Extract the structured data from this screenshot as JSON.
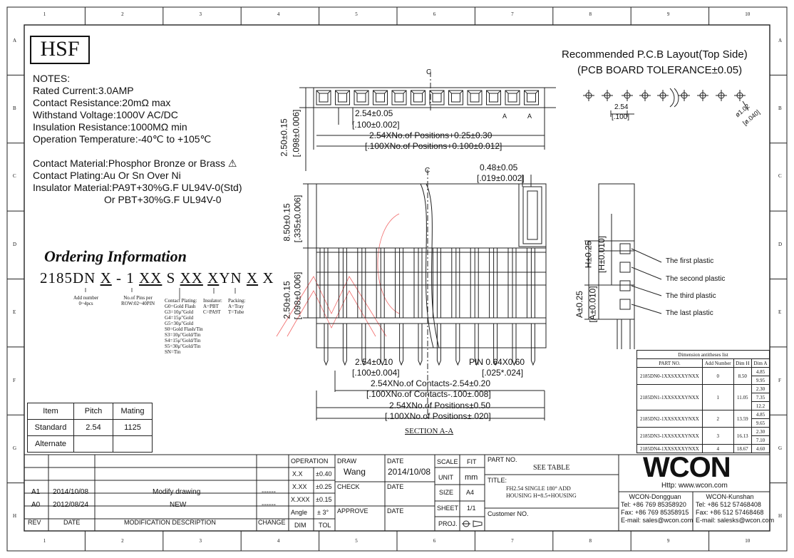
{
  "border": {
    "cols": [
      "1",
      "2",
      "3",
      "4",
      "5",
      "6",
      "7",
      "8",
      "9",
      "10"
    ],
    "rows": [
      "A",
      "B",
      "C",
      "D",
      "E",
      "F",
      "G",
      "H"
    ]
  },
  "logo": "HSF",
  "notes": {
    "heading": "NOTES:",
    "lines": [
      "Rated Current:3.0AMP",
      "Contact Resistance:20mΩ max",
      "Withstand Voltage:1000V AC/DC",
      "Insulation Resistance:1000MΩ min",
      "Operation Temperature:-40℃ to +105℃"
    ],
    "material_lines": [
      "Contact Material:Phosphor Bronze or Brass",
      "Contact Plating:Au Or Sn Over Ni",
      "Insulator Material:PA9T+30%G.F UL94V-0(Std)",
      "Or PBT+30%G.F UL94V-0"
    ],
    "warning_symbol": "⚠"
  },
  "ordering": {
    "title": "Ordering Information",
    "code_parts": [
      "2185DN",
      "X",
      "-",
      "1",
      "XX",
      "S",
      "XX",
      "X",
      "YN",
      "X",
      "X"
    ],
    "captions": {
      "add_number": [
        "Add number",
        "0~4pcs"
      ],
      "pins": [
        "No.of Pins per",
        "ROW:02~40PIN"
      ],
      "plating": [
        "Contact Plating:",
        "G0=Gold Flash",
        "G3=10μ\"Gold",
        "G4=15μ\"Gold",
        "G5=30μ\"Gold",
        "S0=Gold Flash/Tin",
        "S3=10μ\"Gold/Tin",
        "S4=15μ\"Gold/Tin",
        "S5=30μ\"Gold/Tin",
        "SN=Tin"
      ],
      "insulator": [
        "Insulator:",
        "A=PBT",
        "C=PA9T"
      ],
      "packing": [
        "Packing:",
        "A=Tray",
        "T=Tube"
      ]
    }
  },
  "spec_table": {
    "headers": [
      "Item",
      "Pitch",
      "Mating"
    ],
    "rows": [
      [
        "Standard",
        "2.54",
        "1125"
      ],
      [
        "Alternate",
        "",
        ""
      ]
    ]
  },
  "pcb": {
    "title": "Recommended P.C.B Layout(Top Side)",
    "subtitle": "(PCB BOARD TOLERANCE±0.05)",
    "pitch": "2.54",
    "pitch_in": "[.100]",
    "hole": "ø1.02",
    "hole_in": "[ø.040]"
  },
  "dims": {
    "top_height": "2.50±0.15",
    "top_height_in": "[.098±0.006]",
    "top_pitch": "2.54±0.05",
    "top_pitch_in": "[.100±0.002]",
    "top_len": "2.54XNo.of Positions+0.25±0.30",
    "top_len_in": "[.100XNo.of Positions+0.100±0.012]",
    "slot": "0.48±0.05",
    "slot_in": "[.019±0.002]",
    "body_h": "8.50±0.15",
    "body_h_in": "[.335±0.006]",
    "low_h": "2.50±0.15",
    "low_h_in": "[.098±0.006]",
    "pin_pitch": "2.54±0.10",
    "pin_pitch_in": "[.100±0.004]",
    "pin_size": "PIN 0.64X0.60",
    "pin_size_in": "[.025*.024]",
    "contacts": "2.54XNo.of Contacts-2.54±0.20",
    "contacts_in": "[.100XNo.of Contacts-.100±.008]",
    "positions": "2.54XNo.of Positions±0.50",
    "positions_in": "[.100XNo.of Positions±.020]",
    "section": "SECTION A-A",
    "center_mark": "C",
    "a_mark": "A",
    "h_label": "H±0.25",
    "h_label_in": "[H±0.010]",
    "a_label": "A±0.25",
    "a_label_in": "[A±0.010]"
  },
  "plastics": [
    "The first plastic",
    "The second plastic",
    "The third plastic",
    "The last plastic"
  ],
  "dim_list": {
    "title": "Dimension antitheses list",
    "headers": [
      "PART NO.",
      "Add Number",
      "Dim H",
      "Dim A"
    ],
    "rows": [
      {
        "part": "2185DN0-1XXSXXXYNXX",
        "add": "0",
        "h": "8.50",
        "a": [
          "4.85",
          "9.95"
        ]
      },
      {
        "part": "2185DN1-1XXSXXXYNXX",
        "add": "1",
        "h": "11.05",
        "a": [
          "2.30",
          "7.35",
          "12.2"
        ]
      },
      {
        "part": "2185DN2-1XXSXXXYNXX",
        "add": "2",
        "h": "13.59",
        "a": [
          "4.85",
          "9.65"
        ]
      },
      {
        "part": "2185DN3-1XXSXXXYNXX",
        "add": "3",
        "h": "16.13",
        "a": [
          "2.30",
          "7.10"
        ]
      },
      {
        "part": "2185DN4-1XXSXXXYNXX",
        "add": "4",
        "h": "18.67",
        "a": [
          "4.60"
        ]
      }
    ]
  },
  "title_block": {
    "revisions": [
      {
        "rev": "A1",
        "date": "2014/10/08",
        "desc": "Modify drawing",
        "change": "------"
      },
      {
        "rev": "A0",
        "date": "2012/08/24",
        "desc": "NEW",
        "change": "------"
      }
    ],
    "rev_headers": [
      "REV",
      "DATE",
      "MODIFICATION DESCRIPTION",
      "CHANGE"
    ],
    "operation": "OPERATION",
    "tol_rows": [
      [
        "X.X",
        "±0.40"
      ],
      [
        "X.XX",
        "±0.25"
      ],
      [
        "X.XXX",
        "±0.15"
      ],
      [
        "Angle",
        "± 3°"
      ]
    ],
    "dim_tol": [
      "DIM",
      "TOL"
    ],
    "draw_label": "DRAW",
    "draw_name": "Wang",
    "check_label": "CHECK",
    "approve_label": "APPROVE",
    "date_label": "DATE",
    "draw_date": "2014/10/08",
    "scale_label": "SCALE",
    "scale_val": "FIT",
    "unit_label": "UNIT",
    "unit_val": "mm",
    "size_label": "SIZE",
    "size_val": "A4",
    "sheet_label": "SHEET",
    "sheet_val": "1/1",
    "proj_label": "PROJ.",
    "part_no_label": "PART NO.",
    "part_no_val": "SEE TABLE",
    "title_label": "TITLE:",
    "title_lines": [
      "FH2.54 SINGLE 180° ADD",
      "HOUSING H=8.5+HOUSING"
    ],
    "customer_label": "Customer NO.",
    "brand": "WCON",
    "web": "Http: www.wcon.com",
    "dongguan": [
      "WCON-Dongguan",
      "Tel: +86 769 85358920",
      "Fax: +86 769 85358915",
      "E-mail: sales@wcon.com"
    ],
    "kunshan": [
      "WCON-Kunshan",
      "Tel: +86 512 57468408",
      "Fax: +86 512 57468468",
      "E-mail: salesks@wcon.com"
    ]
  },
  "watermark": "WCON"
}
